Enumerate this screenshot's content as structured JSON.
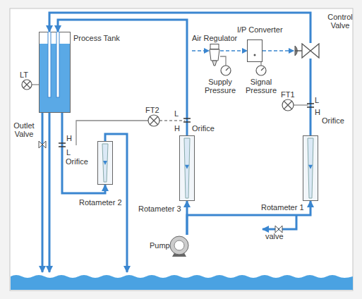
{
  "diagram": {
    "nodes": [
      {
        "text": [
          "Process Tank"
        ]
      },
      {
        "text": [
          "Air Regulator"
        ]
      },
      {
        "text": [
          "I/P Converter"
        ]
      },
      {
        "text": [
          "Control Valve"
        ]
      },
      {
        "text": [
          "Rotameter 2"
        ]
      },
      {
        "text": [
          "Rotameter 3"
        ]
      },
      {
        "text": [
          "Rotameter 1"
        ]
      },
      {
        "text": [
          "Pump"
        ]
      }
    ],
    "edges": [
      {
        "from": 0,
        "to": 4,
        "arrow": "to"
      },
      {
        "from": 5,
        "to": 0,
        "arrow": "to"
      },
      {
        "from": 7,
        "to": 5,
        "arrow": "to"
      },
      {
        "from": 7,
        "to": 6,
        "arrow": "to"
      },
      {
        "from": 6,
        "to": 3,
        "arrow": "none"
      },
      {
        "from": 3,
        "to": 0,
        "arrow": "to"
      },
      {
        "from": 1,
        "to": 2,
        "arrow": "to"
      },
      {
        "from": 2,
        "to": 3,
        "arrow": "to"
      }
    ],
    "labels": [
      "LT",
      "Outlet Valve",
      "H",
      "L",
      "Orifice",
      "FT2",
      "L",
      "H",
      "Orifice",
      "FT1",
      "L",
      "H",
      "Orifice",
      "Supply Pressure",
      "Signal Pressure",
      "valve"
    ]
  }
}
